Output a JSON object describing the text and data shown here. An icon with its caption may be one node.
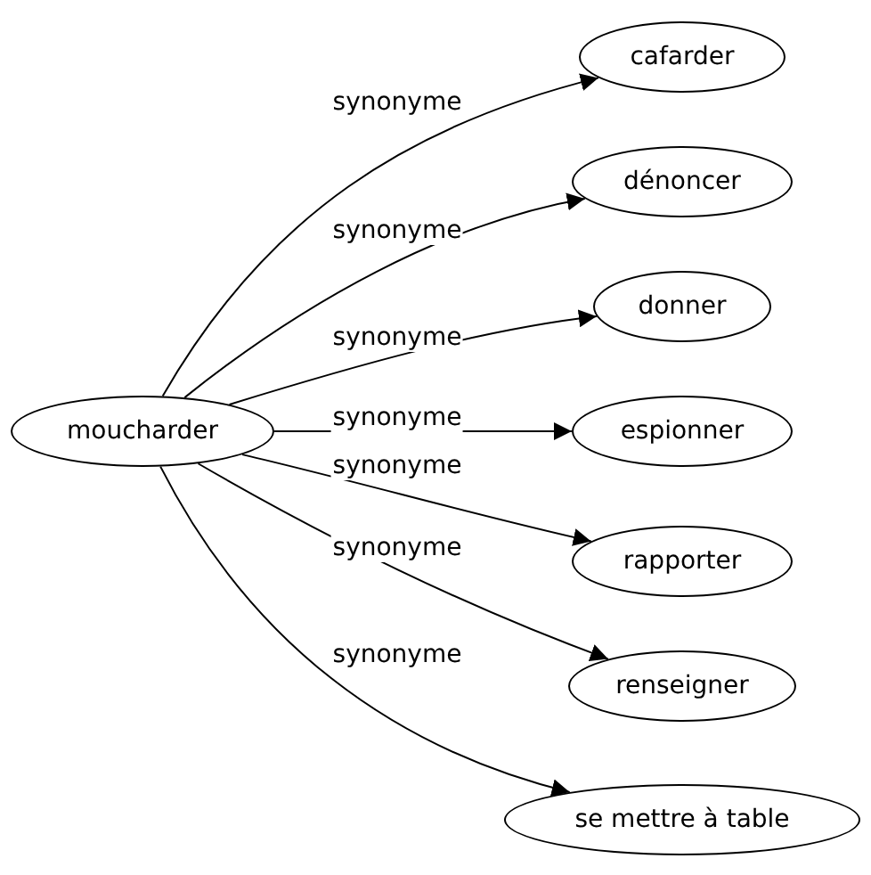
{
  "diagram": {
    "nodes": [
      {
        "text": [
          "moucharder"
        ]
      },
      {
        "text": [
          "cafarder"
        ]
      },
      {
        "text": [
          "dénoncer"
        ]
      },
      {
        "text": [
          "donner"
        ]
      },
      {
        "text": [
          "espionner"
        ]
      },
      {
        "text": [
          "rapporter"
        ]
      },
      {
        "text": [
          "renseigner"
        ]
      },
      {
        "text": [
          "se mettre à table"
        ]
      }
    ],
    "edges": [
      {
        "from": 0,
        "to": 1,
        "arrow": "to",
        "label": "synonyme"
      },
      {
        "from": 0,
        "to": 2,
        "arrow": "to",
        "label": "synonyme"
      },
      {
        "from": 0,
        "to": 3,
        "arrow": "to",
        "label": "synonyme"
      },
      {
        "from": 0,
        "to": 4,
        "arrow": "to",
        "label": "synonyme"
      },
      {
        "from": 0,
        "to": 5,
        "arrow": "to",
        "label": "synonyme"
      },
      {
        "from": 0,
        "to": 6,
        "arrow": "to",
        "label": "synonyme"
      },
      {
        "from": 0,
        "to": 7,
        "arrow": "to",
        "label": "synonyme"
      }
    ]
  }
}
